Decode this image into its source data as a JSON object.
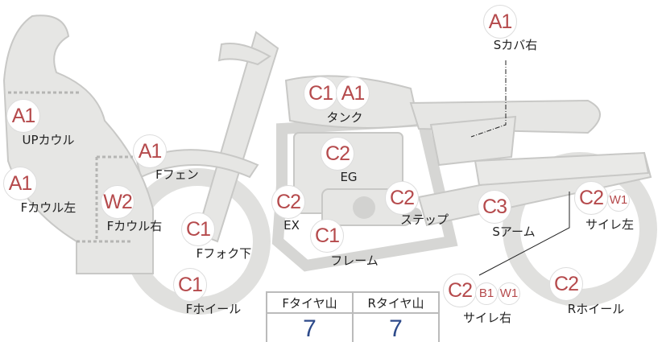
{
  "parts": [
    {
      "id": "s-cover-right",
      "label": "Sカバ右",
      "badges": [
        "A1"
      ]
    },
    {
      "id": "tank",
      "label": "タンク",
      "badges": [
        "C1",
        "A1"
      ]
    },
    {
      "id": "up-cowl",
      "label": "UPカウル",
      "badges": [
        "A1"
      ]
    },
    {
      "id": "f-fender",
      "label": "Fフェン",
      "badges": [
        "A1"
      ]
    },
    {
      "id": "f-cowl-left",
      "label": "Fカウル左",
      "badges": [
        "A1"
      ]
    },
    {
      "id": "f-cowl-right",
      "label": "Fカウル右",
      "badges": [
        "W2"
      ]
    },
    {
      "id": "engine",
      "label": "EG",
      "badges": [
        "C2"
      ]
    },
    {
      "id": "exhaust",
      "label": "EX",
      "badges": [
        "C2"
      ]
    },
    {
      "id": "step",
      "label": "ステップ",
      "badges": [
        "C2"
      ]
    },
    {
      "id": "swingarm",
      "label": "Sアーム",
      "badges": [
        "C3"
      ]
    },
    {
      "id": "muffler-left",
      "label": "サイレ左",
      "badges": [
        "C2",
        "W1"
      ]
    },
    {
      "id": "f-fork-lower",
      "label": "Fフォク下",
      "badges": [
        "C1"
      ]
    },
    {
      "id": "frame",
      "label": "フレーム",
      "badges": [
        "C1"
      ]
    },
    {
      "id": "f-wheel",
      "label": "Fホイール",
      "badges": [
        "C1"
      ]
    },
    {
      "id": "muffler-right",
      "label": "サイレ右",
      "badges": [
        "C2",
        "B1",
        "W1"
      ]
    },
    {
      "id": "r-wheel",
      "label": "Rホイール",
      "badges": [
        "C2"
      ]
    }
  ],
  "tire_table": {
    "headers": [
      "Fタイヤ山",
      "Rタイヤ山"
    ],
    "values": [
      "7",
      "7"
    ]
  },
  "colors": {
    "badge_text": "#b54a4c",
    "value_text": "#2d4a8a",
    "bike_fill": "#e6e6e4"
  }
}
